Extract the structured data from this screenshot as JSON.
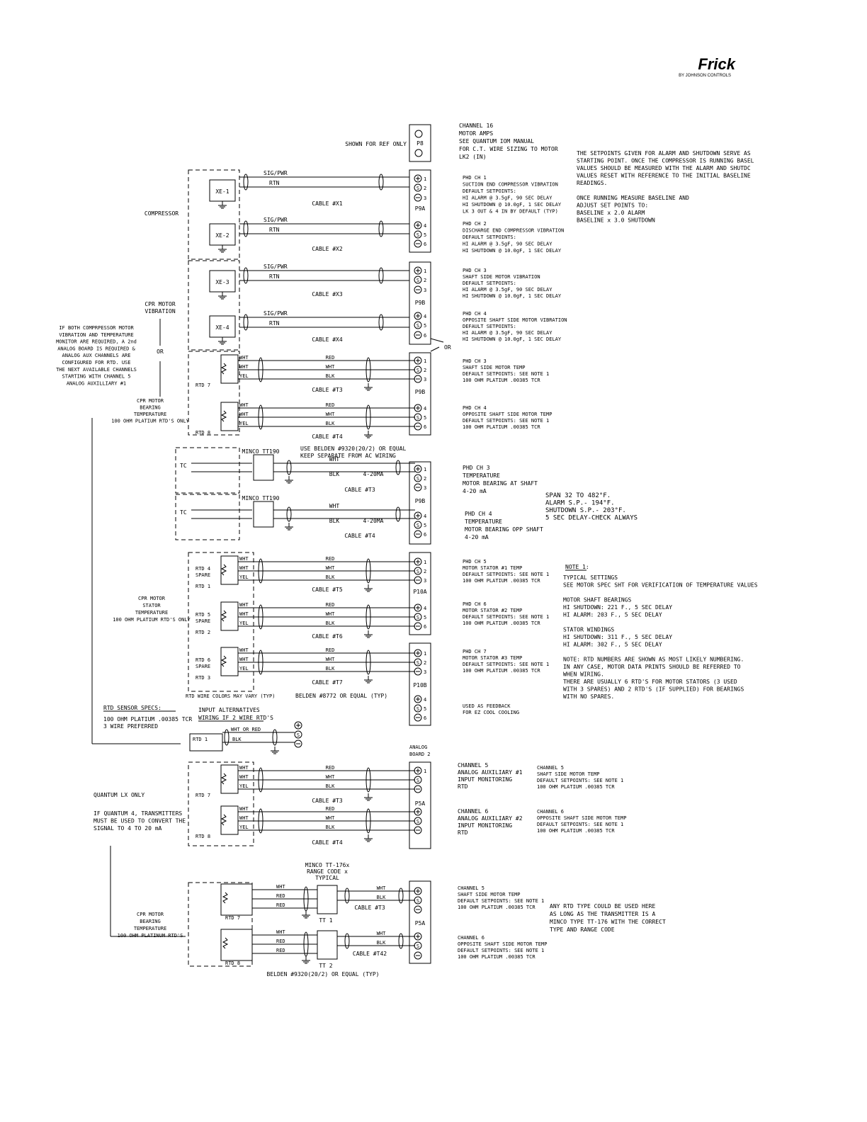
{
  "logo": {
    "brand": "Frick",
    "tagline": "BY JOHNSON CONTROLS"
  },
  "ref": {
    "p8_note": "SHOWN FOR REF ONLY",
    "p8_label": "P8",
    "ch16": [
      "CHANNEL 16",
      "MOTOR AMPS",
      "SEE QUANTUM IOM MANUAL",
      "FOR C.T. WIRE SIZING TO MOTOR",
      "LK2 (IN)"
    ]
  },
  "setpoint_note": [
    "THE SETPOINTS GIVEN FOR ALARM AND SHUTDOWN SERVE AS",
    "STARTING POINT.  ONCE THE COMPRESSOR IS RUNNING BASEL",
    "VALUES SHOULD BE MEASURED WITH THE ALARM AND SHUTDC",
    "VALUES RESET WITH REFERENCE TO THE INITIAL BASELINE",
    "READINGS.",
    "",
    "ONCE RUNNING MEASURE BASELINE AND",
    "ADJUST SET POINTS TO:",
    "    BASELINE x 2.0 ALARM",
    "    BASELINE x 3.0 SHUTDOWN"
  ],
  "left_labels": {
    "compressor": "COMPRESSOR",
    "cpr_vib": [
      "CPR MOTOR",
      "VIBRATION"
    ],
    "or": "OR",
    "both_note": [
      "IF BOTH COMPRPESSOR MOTOR",
      "VIBRATION AND TEMPERATURE",
      "MONITOR ARE REQUIRED, A 2nd",
      "ANALOG BOARD IS REQUIRED &",
      "ANALOG AUX CHANNELS ARE",
      "CONFIGURED FOR RTD. USE",
      "THE NEXT AVAILABLE CHANNELS",
      "STARTING WITH CHANNEL 5",
      "ANALOG AUXILLIARY #1"
    ],
    "bearing": [
      "CPR MOTOR",
      "BEARING",
      "TEMPERATURE",
      "100 OHM PLATIUM RTD'S ONLY"
    ],
    "stator": [
      "CPR MOTOR",
      "STATOR",
      "TEMPERATURE",
      "100 OHM PLATIUM RTD'S ONLY"
    ],
    "rtd_specs": [
      "RTD SENSOR SPECS:",
      "100 OHM PLATIUM .00385 TCR",
      "3 WIRE PREFERRED"
    ],
    "input_alt": [
      "INPUT ALTERNATIVES",
      "WIRING IF 2 WIRE RTD'S"
    ],
    "lx_only": "QUANTUM LX ONLY",
    "q4_note": [
      "IF QUANTUM 4, TRANSMITTERS",
      "MUST BE USED TO CONVERT THE",
      "SIGNAL TO 4 TO 20 mA"
    ],
    "bearing2": [
      "CPR MOTOR",
      "BEARING",
      "TEMPERATURE",
      "100 OHM PLATINUM RTD'S"
    ]
  },
  "vibration": {
    "sensors": [
      "XE-1",
      "XE-2",
      "XE-3",
      "XE-4"
    ],
    "sig": "SIG/PWR",
    "rtn": "RTN",
    "cables": [
      "CABLE #X1",
      "CABLE #X2",
      "CABLE #X3",
      "CABLE #X4"
    ],
    "boards": [
      "P9A",
      "P9B"
    ],
    "pins": [
      "1",
      "2",
      "3",
      "4",
      "5",
      "6"
    ]
  },
  "wires": {
    "wht": "WHT",
    "yel": "YEL",
    "red": "RED",
    "blk": "BLK",
    "wht_or_red": "WHT OR RED"
  },
  "rtd": {
    "rtd1": "RTD 1",
    "rtd2": "RTD 2",
    "rtd3": "RTD 3",
    "rtd4": "RTD 4",
    "rtd5": "RTD 5",
    "rtd6": "RTD 6",
    "rtd7": "RTD 7",
    "rtd8": "RTD 8",
    "spare": "SPARE"
  },
  "cables": {
    "t3": "CABLE #T3",
    "t4": "CABLE #T4",
    "t5": "CABLE #T5",
    "t6": "CABLE #T6",
    "t7": "CABLE #T7",
    "t42": "CABLE #T42"
  },
  "tc": {
    "belden_note": [
      "USE BELDEN #9320(20/2) OR EQUAL",
      "KEEP SEPARATE FROM AC WIRING"
    ],
    "minco": "MINCO TT190",
    "tc": "TC",
    "ma": "4-20MA",
    "span": [
      "SPAN  32 TO 482°F.",
      "ALARM S.P.- 194°F.",
      "SHUTDOWN S.P.- 203°F.",
      "5 SEC DELAY-CHECK ALWAYS"
    ]
  },
  "boards2": {
    "p9b": "P9B",
    "p10a": "P10A",
    "p10b": "P10B",
    "p5a": "P5A",
    "analog2": [
      "ANALOG",
      "BOARD 2"
    ]
  },
  "notes_mid": {
    "rtd_colors": "RTD WIRE COLORS MAY VARY (TYP)",
    "belden_8772": "BELDEN #8772 OR EQUAL (TYP)",
    "belden_9320": "BELDEN #9320(20/2) OR EQUAL (TYP)"
  },
  "phd": {
    "ch1": [
      "PHD CH 1",
      "SUCTION END COMPRESSOR VIBRATION",
      "DEFAULT SETPOINTS:",
      "HI ALARM @ 3.5gF, 90 SEC DELAY",
      "HI SHUTDOWN @ 10.0gF, 1 SEC DELAY",
      "LK 3 OUT & 4 IN BY DEFAULT (TYP)"
    ],
    "ch2": [
      "PHD CH 2",
      "DISCHARGE END COMPRESSOR VIBRATION",
      "DEFAULT SETPOINTS:",
      "HI ALARM @ 3.5gF, 90 SEC DELAY",
      "HI SHUTDOWN @ 10.0gF, 1 SEC DELAY"
    ],
    "ch3v": [
      "PHD CH 3",
      "SHAFT SIDE MOTOR VIBRATION",
      "DEFAULT SETPOINTS:",
      "HI ALARM @ 3.5gF, 90 SEC DELAY",
      "HI SHUTDOWN @ 10.0gF, 1 SEC DELAY"
    ],
    "ch4v": [
      "PHD CH 4",
      "OPPOSITE SHAFT SIDE MOTOR VIBRATION",
      "DEFAULT SETPOINTS:",
      "HI ALARM @ 3.5gF, 90 SEC DELAY",
      "HI SHUTDOWN @ 10.0gF, 1 SEC DELAY"
    ],
    "ch3t": [
      "PHD CH 3",
      "SHAFT SIDE MOTOR TEMP",
      "DEFAULT SETPOINTS: SEE NOTE 1",
      "100 OHM PLATIUM .00385 TCR"
    ],
    "ch4t": [
      "PHD CH 4",
      "OPPOSITE SHAFT SIDE MOTOR TEMP",
      "DEFAULT SETPOINTS: SEE NOTE 1",
      "100 OHM PLATIUM .00385 TCR"
    ],
    "ch3ma": [
      "PHD CH 3",
      "TEMPERATURE",
      "MOTOR BEARING AT SHAFT",
      "4-20 mA"
    ],
    "ch4ma": [
      "PHD CH 4",
      "TEMPERATURE",
      "MOTOR BEARING OPP SHAFT",
      "4-20 mA"
    ],
    "ch5": [
      "PHD CH 5",
      "MOTOR STATOR #1 TEMP",
      "DEFAULT SETPOINTS: SEE NOTE 1",
      "100 OHM PLATIUM .00385 TCR"
    ],
    "ch6": [
      "PHD CH 6",
      "MOTOR STATOR #2 TEMP",
      "DEFAULT SETPOINTS: SEE NOTE 1",
      "100 OHM PLATIUM .00385 TCR"
    ],
    "ch7": [
      "PHD CH 7",
      "MOTOR STATOR #3 TEMP",
      "DEFAULT SETPOINTS: SEE NOTE 1",
      "100 OHM PLATIUM .00385 TCR"
    ],
    "feedback": [
      "USED AS FEEDBACK",
      "FOR EZ COOL COOLING"
    ]
  },
  "note1": [
    "NOTE 1:",
    "TYPICAL SETTINGS",
    "SEE MOTOR SPEC SHT FOR VERIFICATION OF TEMPERATURE VALUES",
    "",
    "MOTOR SHAFT BEARINGS",
    "HI SHUTDOWN: 221 F., 5 SEC DELAY",
    "HI ALARM: 203 F., 5 SEC DELAY",
    "",
    "STATOR WINDINGS",
    "HI SHUTDOWN: 311 F., 5 SEC DELAY",
    "HI ALARM: 302 F., 5 SEC DELAY",
    "",
    "NOTE: RTD NUMBERS ARE SHOWN AS MOST LIKELY NUMBERING.",
    "IN ANY CASE, MOTOR DATA PRINTS SHOULD BE REFERRED TO",
    "WHEN WIRING.",
    "THERE ARE USUALLY 6 RTD'S FOR MOTOR STATORS (3 USED",
    "WITH 3 SPARES) AND 2 RTD'S (IF SUPPLIED) FOR BEARINGS",
    "WITH NO SPARES."
  ],
  "aux": {
    "ch5a": [
      "CHANNEL 5",
      "ANALOG AUXILIARY #1",
      "INPUT MONITORING",
      "RTD"
    ],
    "ch5b": [
      "CHANNEL 5",
      "SHAFT SIDE MOTOR TEMP",
      "DEFAULT SETPOINTS: SEE NOTE 1",
      "100 OHM PLATIUM .00385 TCR"
    ],
    "ch6a": [
      "CHANNEL 6",
      "ANALOG AUXILIARY #2",
      "INPUT MONITORING",
      "RTD"
    ],
    "ch6b": [
      "CHANNEL 6",
      "OPPOSITE SHAFT SIDE MOTOR TEMP",
      "DEFAULT SETPOINTS: SEE NOTE 1",
      "100 OHM PLATIUM .00385 TCR"
    ]
  },
  "tt": {
    "header": [
      "MINCO TT-176x",
      "RANGE CODE x",
      "TYPICAL"
    ],
    "tt1": "TT 1",
    "tt2": "TT 2",
    "ch5": [
      "CHANNEL 5",
      "SHAFT SIDE MOTOR TEMP",
      "DEFAULT SETPOINTS: SEE NOTE 1",
      "100 OHM PLATIUM .00385 TCR"
    ],
    "ch6": [
      "CHANNEL 6",
      "OPPOSITE SHAFT SIDE MOTOR TEMP",
      "DEFAULT SETPOINTS: SEE NOTE 1",
      "100 OHM PLATIUM .00385 TCR"
    ],
    "any_rtd": [
      "ANY RTD TYPE COULD BE USED HERE",
      "AS LONG AS THE TRANSMITTER IS A",
      "MINCO TYPE TT-176 WITH THE CORRECT",
      "TYPE AND RANGE CODE"
    ]
  }
}
